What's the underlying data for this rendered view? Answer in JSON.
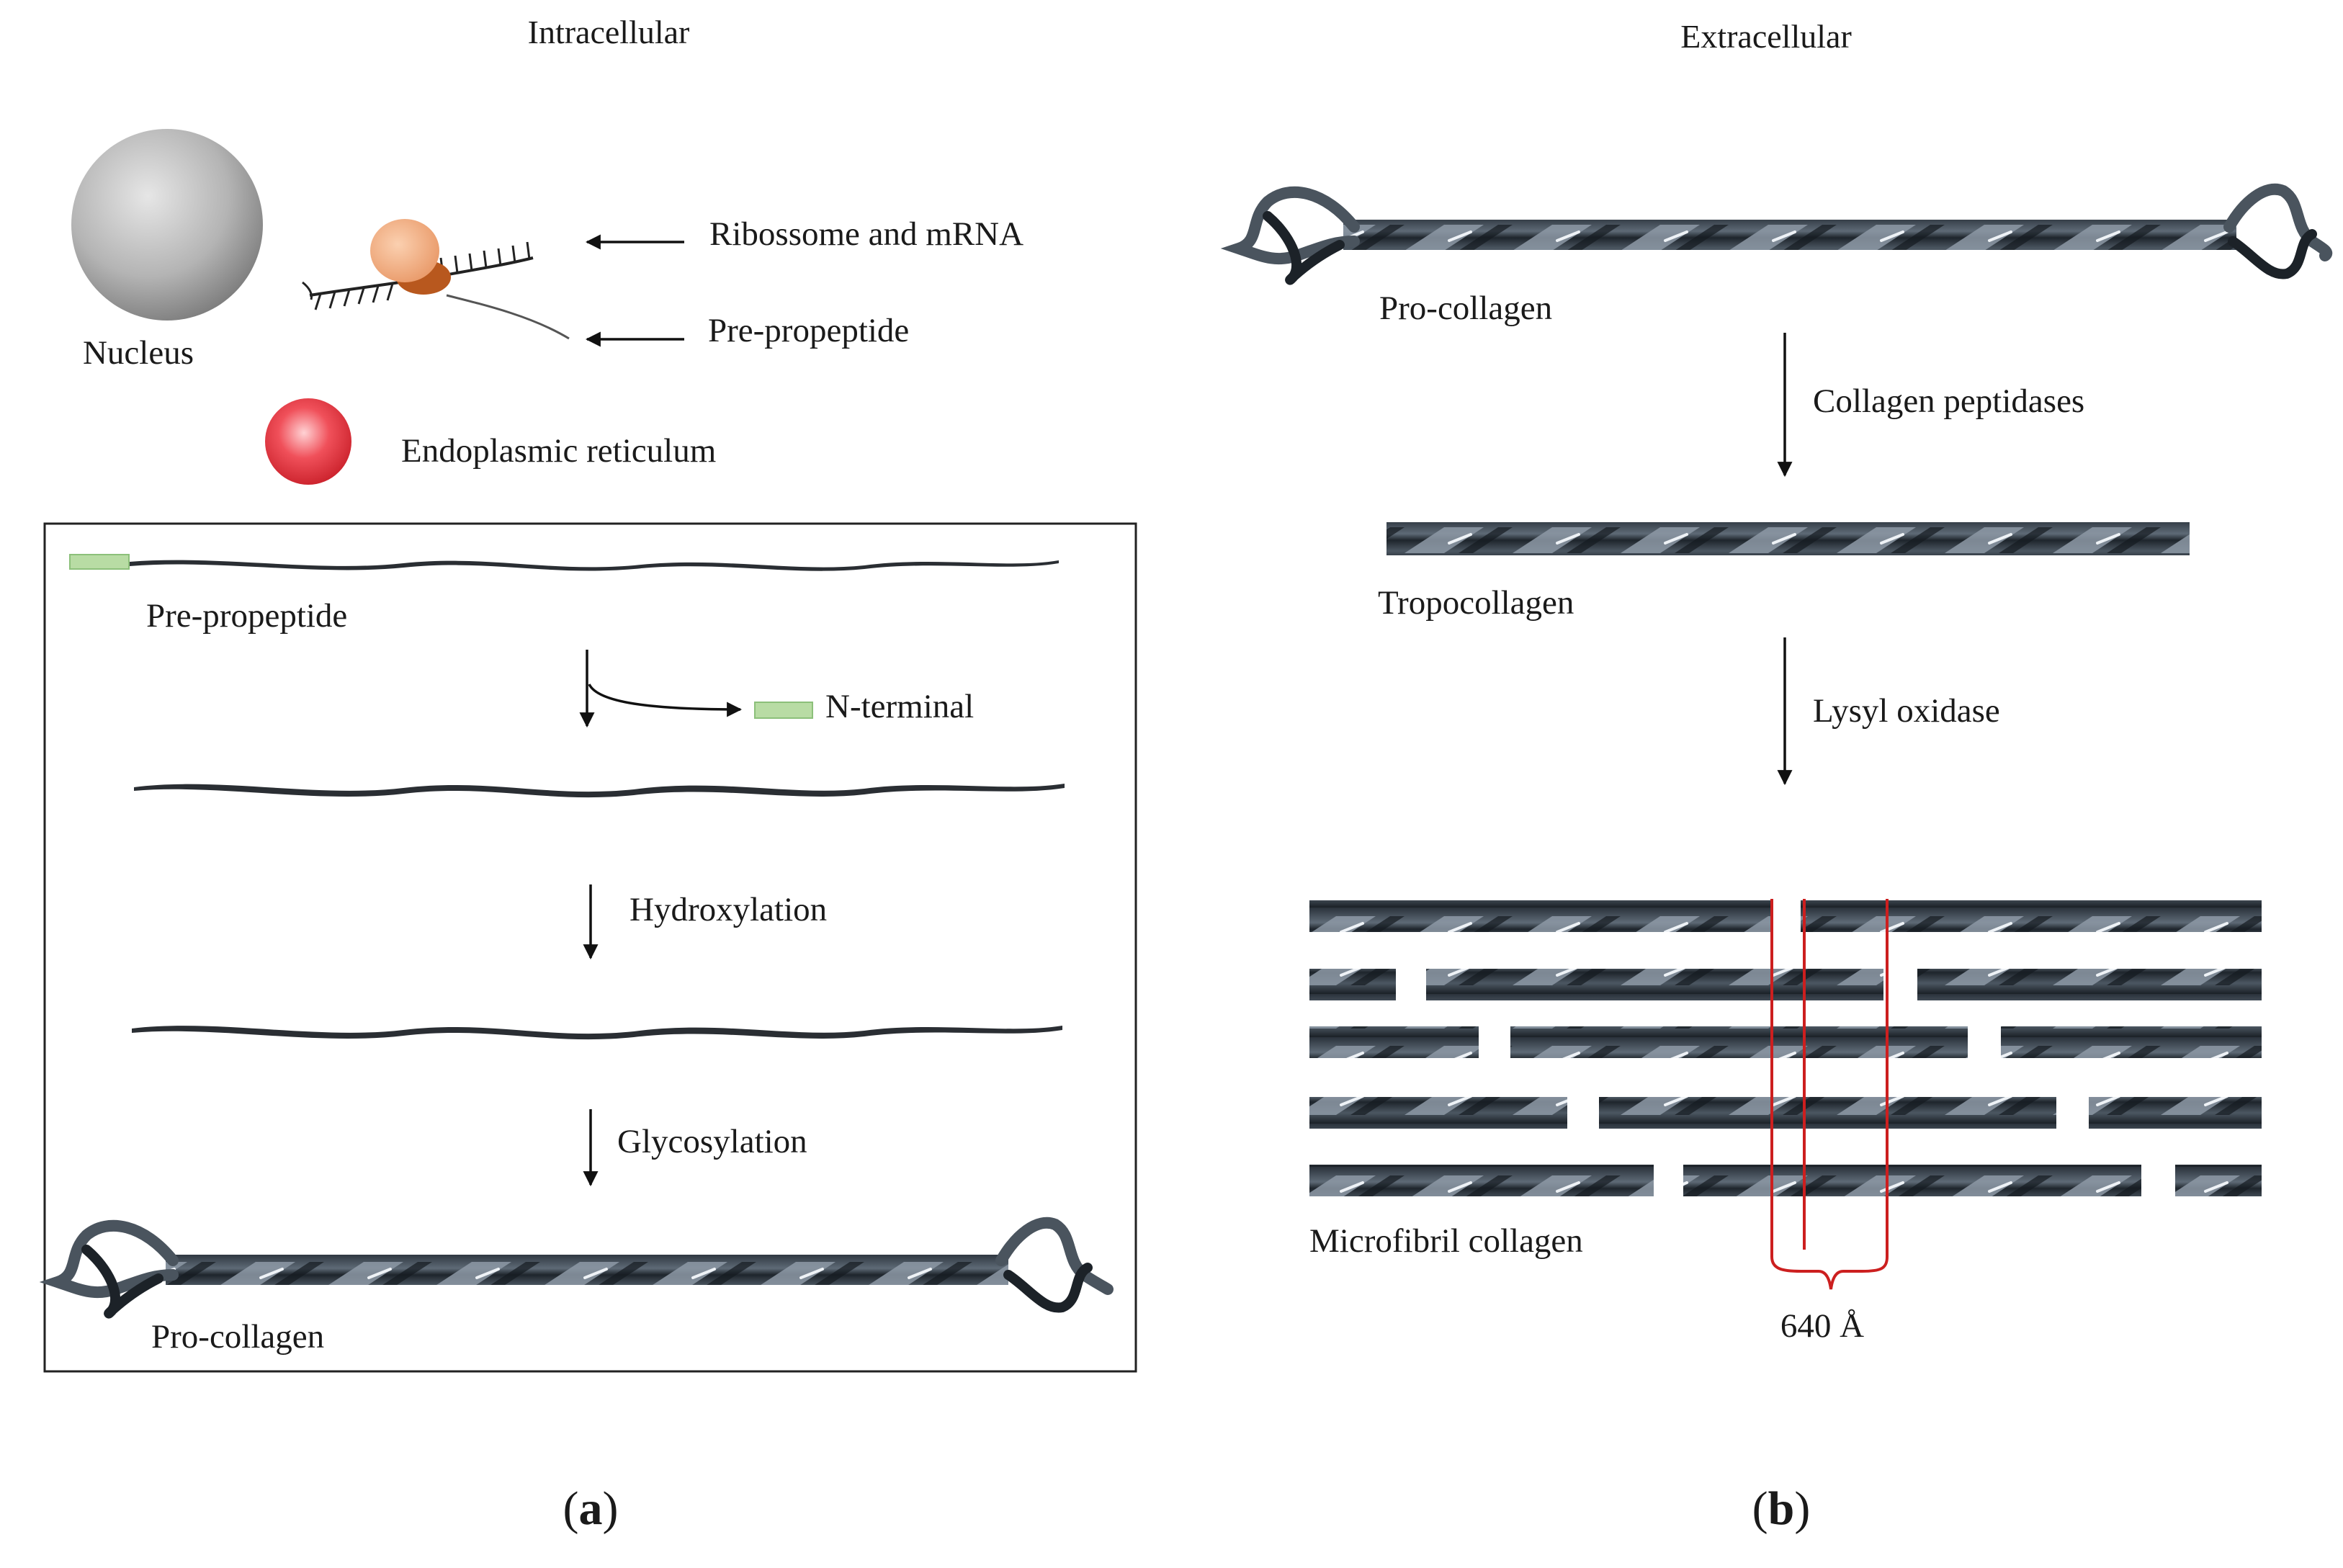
{
  "panel_a": {
    "header": "Intracellular",
    "nucleus_label": "Nucleus",
    "ribosome_label": "Ribossome and mRNA",
    "prepropeptide_label_top": "Pre-propeptide",
    "er_label": "Endoplasmic reticulum",
    "box": {
      "prepropeptide_label": "Pre-propeptide",
      "nterminal_label": "N-terminal",
      "step_hydroxylation": "Hydroxylation",
      "step_glycosylation": "Glycosylation",
      "procollagen_label": "Pro-collagen"
    },
    "caption": {
      "open": "(",
      "letter": "a",
      "close": ")"
    }
  },
  "panel_b": {
    "header": "Extracellular",
    "procollagen_label": "Pro-collagen",
    "step_peptidases": "Collagen peptidases",
    "tropocollagen_label": "Tropocollagen",
    "step_lysyl": "Lysyl oxidase",
    "microfibril_label": "Microfibril collagen",
    "period_label": "640 Å",
    "caption": {
      "open": "(",
      "letter": "b",
      "close": ")"
    }
  },
  "colors": {
    "nucleus": "#9a9a9a",
    "er": "#e8323c",
    "ribosome_large": "#f0a878",
    "ribosome_small": "#b8581e",
    "signal_peptide": "#b8dca4",
    "strand": "#2a2e33",
    "fibril_dark": "#2c3640",
    "fibril_light": "#c8d0d8",
    "period_marker": "#cc1f1f"
  }
}
